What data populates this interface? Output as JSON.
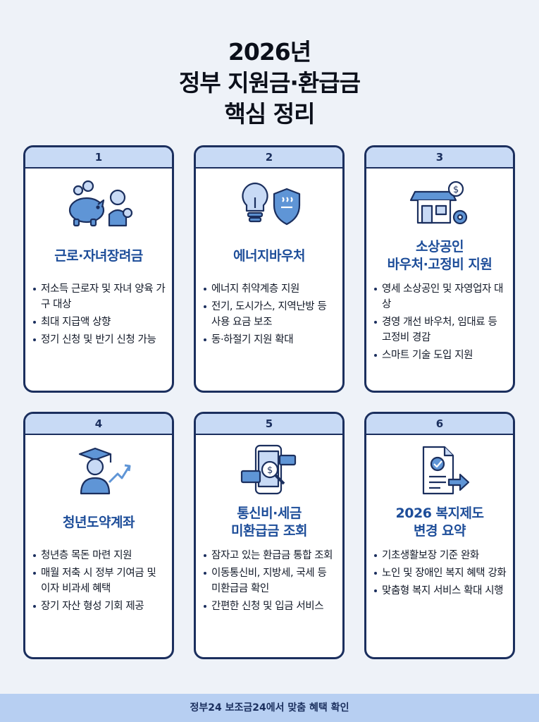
{
  "title": {
    "line1": "2026년",
    "line2": "정부 지원금·환급금",
    "line3": "핵심 정리"
  },
  "cards": [
    {
      "number": "1",
      "title_line1": "근로·자녀장려금",
      "title_line2": "",
      "icon": "piggy-bank-family-icon",
      "bullets": [
        "저소득 근로자 및 자녀 양육 가구 대상",
        "최대 지급액 상향",
        "정기 신청 및 반기 신청 가능"
      ]
    },
    {
      "number": "2",
      "title_line1": "에너지바우처",
      "title_line2": "",
      "icon": "lightbulb-shield-icon",
      "bullets": [
        "에너지 취약계층 지원",
        "전기, 도시가스, 지역난방 등 사용 요금 보조",
        "동·하절기 지원 확대"
      ]
    },
    {
      "number": "3",
      "title_line1": "소상공인",
      "title_line2": "바우처·고정비 지원",
      "icon": "store-dollar-gear-icon",
      "bullets": [
        "영세 소상공인 및 자영업자 대상",
        "경영 개선 바우처, 임대료 등 고정비 경감",
        "스마트 기술 도입 지원"
      ]
    },
    {
      "number": "4",
      "title_line1": "청년도약계좌",
      "title_line2": "",
      "icon": "graduate-growth-icon",
      "bullets": [
        "청년층 목돈 마련 지원",
        "매월 저축 시 정부 기여금 및 이자 비과세 혜택",
        "장기 자산 형성 기회 제공"
      ]
    },
    {
      "number": "5",
      "title_line1": "통신비·세금",
      "title_line2": "미환급금 조회",
      "icon": "phone-money-search-icon",
      "bullets": [
        "잠자고 있는 환급금 통합 조회",
        "이동통신비, 지방세, 국세 등 미환급금 확인",
        "간편한 신청 및 입금 서비스"
      ]
    },
    {
      "number": "6",
      "title_line1": "2026 복지제도",
      "title_line2": "변경 요약",
      "icon": "document-check-arrow-icon",
      "bullets": [
        "기초생활보장 기준 완화",
        "노인 및 장애인 복지 혜택 강화",
        "맞춤형 복지 서비스 확대 시행"
      ]
    }
  ],
  "footer": "정부24 보조금24에서 맞춤 혜택 확인",
  "colors": {
    "background": "#eef2f8",
    "accent_blue": "#1d4d99",
    "card_border": "#1b2f5e",
    "card_header": "#c8daf5",
    "footer_bar": "#b7cff2"
  }
}
